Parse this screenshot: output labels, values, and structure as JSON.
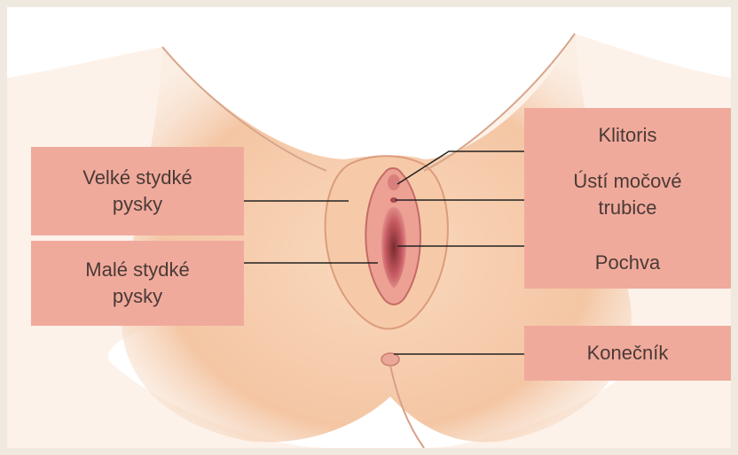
{
  "labels": {
    "velke": [
      "Velké stydké",
      "pysky"
    ],
    "male": [
      "Malé stydké",
      "pysky"
    ],
    "klitoris": "Klitoris",
    "usti": [
      "Ústí močové",
      "trubice"
    ],
    "pochva": "Pochva",
    "konecnik": "Konečník"
  },
  "colors": {
    "label_bg": "#f0aa9c",
    "label_text": "#4a3a36",
    "frame_bg": "#efe9df",
    "skin": "#f4c9a9",
    "skin_shadow": "#e2a27f",
    "mucosa": "#c9606a"
  }
}
